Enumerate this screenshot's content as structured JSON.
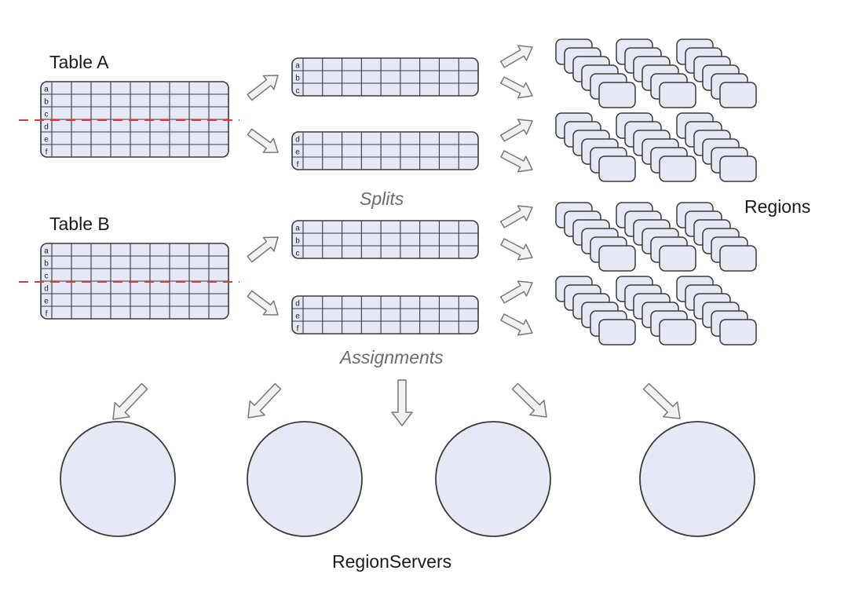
{
  "labels": {
    "table_a": "Table A",
    "table_b": "Table B",
    "splits": "Splits",
    "assignments": "Assignments",
    "regions": "Regions",
    "region_servers": "RegionServers"
  },
  "tables": {
    "source_rows": [
      "a",
      "b",
      "c",
      "d",
      "e",
      "f"
    ],
    "split_top_rows": [
      "a",
      "b",
      "c"
    ],
    "split_bottom_rows": [
      "d",
      "e",
      "f"
    ]
  },
  "colors": {
    "fill": "#e6e9f5",
    "stroke": "#3a3a3a",
    "split_line": "#e0383a",
    "arrow_fill": "#f2f2f2",
    "arrow_stroke": "#777777"
  },
  "region_server_count": 4
}
